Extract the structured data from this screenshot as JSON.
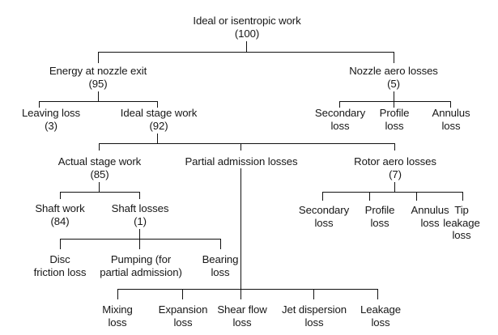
{
  "diagram": {
    "title": "Turbine energy / loss breakdown tree",
    "type": "hierarchy-tree",
    "line_color": "#111111",
    "text_color": "#171717",
    "background": "#ffffff",
    "nodes": {
      "ideal_work": {
        "label": "Ideal or isentropic work",
        "value": "(100)"
      },
      "energy_nozzle_exit": {
        "label": "Energy at nozzle exit",
        "value": "(95)"
      },
      "nozzle_aero_losses": {
        "label": "Nozzle aero losses",
        "value": "(5)"
      },
      "leaving_loss": {
        "label": "Leaving loss",
        "value": "(3)"
      },
      "ideal_stage_work": {
        "label": "Ideal stage work",
        "value": "(92)"
      },
      "nozzle_secondary_loss": {
        "label": "Secondary",
        "label2": "loss"
      },
      "nozzle_profile_loss": {
        "label": "Profile",
        "label2": "loss"
      },
      "nozzle_annulus_loss": {
        "label": "Annulus",
        "label2": "loss"
      },
      "actual_stage_work": {
        "label": "Actual stage work",
        "value": "(85)"
      },
      "partial_admission_losses": {
        "label": "Partial admission losses"
      },
      "rotor_aero_losses": {
        "label": "Rotor aero losses",
        "value": "(7)"
      },
      "shaft_work": {
        "label": "Shaft work",
        "value": "(84)"
      },
      "shaft_losses": {
        "label": "Shaft losses",
        "value": "(1)"
      },
      "rotor_secondary_loss": {
        "label": "Secondary",
        "label2": "loss"
      },
      "rotor_profile_loss": {
        "label": "Profile",
        "label2": "loss"
      },
      "rotor_annulus_loss": {
        "label": "Annulus",
        "label2": "loss"
      },
      "tip_leakage_loss": {
        "label": "Tip",
        "label2": "leakage",
        "label3": "loss"
      },
      "disc_friction_loss": {
        "label": "Disc",
        "label2": "friction loss"
      },
      "pumping_loss": {
        "label": "Pumping (for",
        "label2": "partial admission)"
      },
      "bearing_loss": {
        "label": "Bearing",
        "label2": "loss"
      },
      "mixing_loss": {
        "label": "Mixing",
        "label2": "loss"
      },
      "expansion_loss": {
        "label": "Expansion",
        "label2": "loss"
      },
      "shear_flow_loss": {
        "label": "Shear flow",
        "label2": "loss"
      },
      "jet_dispersion_loss": {
        "label": "Jet dispersion",
        "label2": "loss"
      },
      "leakage_loss": {
        "label": "Leakage",
        "label2": "loss"
      }
    }
  }
}
